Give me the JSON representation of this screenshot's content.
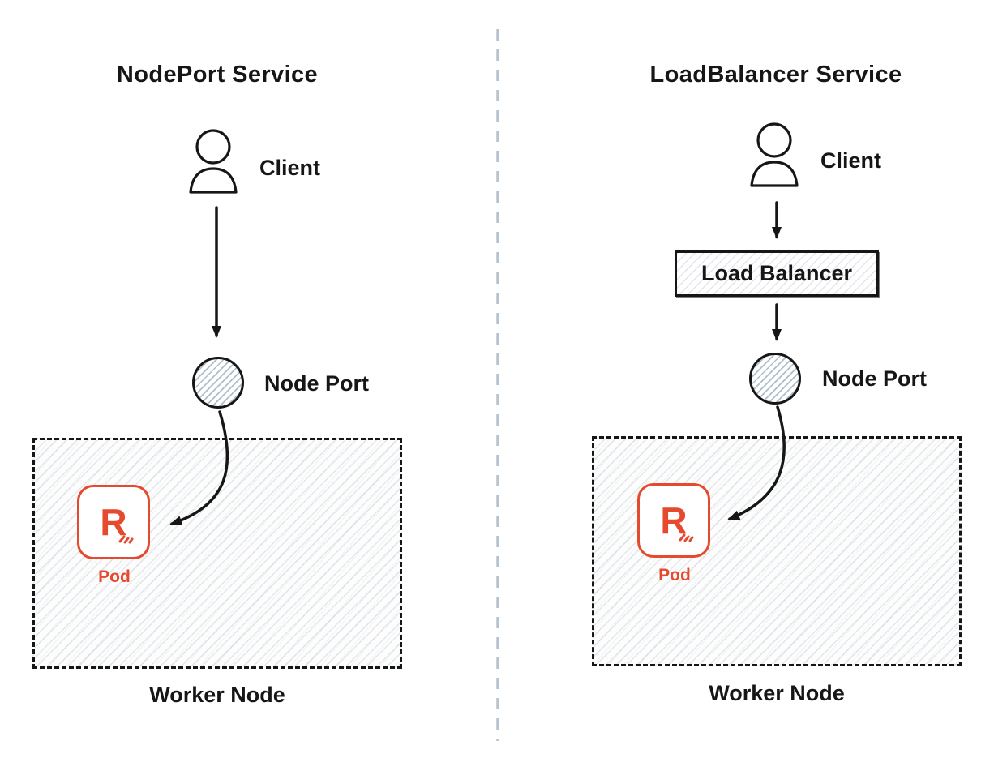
{
  "diagram": {
    "left": {
      "title": "NodePort Service",
      "client": "Client",
      "node_port": "Node Port",
      "pod": "Pod",
      "worker_node": "Worker Node"
    },
    "right": {
      "title": "LoadBalancer Service",
      "client": "Client",
      "load_balancer": "Load Balancer",
      "node_port": "Node Port",
      "pod": "Pod",
      "worker_node": "Worker Node"
    },
    "pod_logo_letter": "R",
    "colors": {
      "pod_accent": "#e64a2e",
      "ink": "#161616",
      "divider": "#b7c3cc"
    }
  }
}
